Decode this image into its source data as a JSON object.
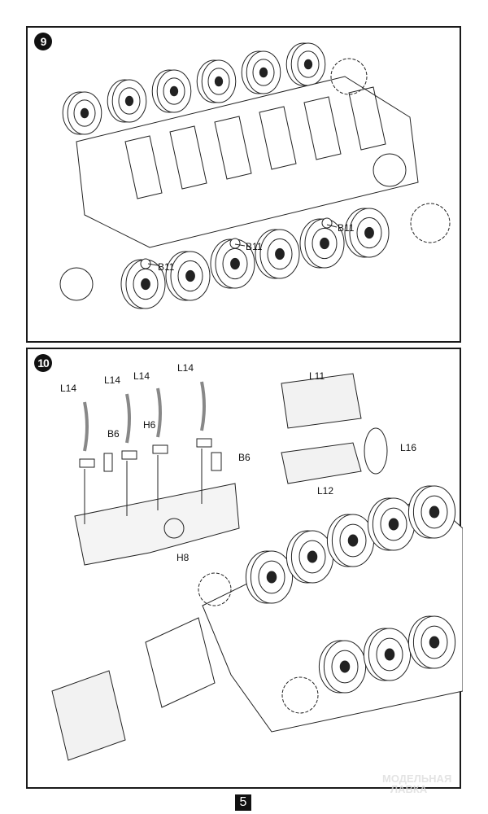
{
  "page_number": "5",
  "watermark": [
    "МОДЕЛЬНАЯ",
    "ЛАВКА"
  ],
  "step9": {
    "number": "9",
    "labels": [
      "B11",
      "B11",
      "B11"
    ]
  },
  "step10": {
    "number": "10",
    "labels": {
      "l14": [
        "L14",
        "L14",
        "L14",
        "L14"
      ],
      "b6": [
        "B6",
        "B6"
      ],
      "h6": "H6",
      "h8": "H8",
      "l11": "L11",
      "l12": "L12",
      "l16": "L16"
    }
  }
}
